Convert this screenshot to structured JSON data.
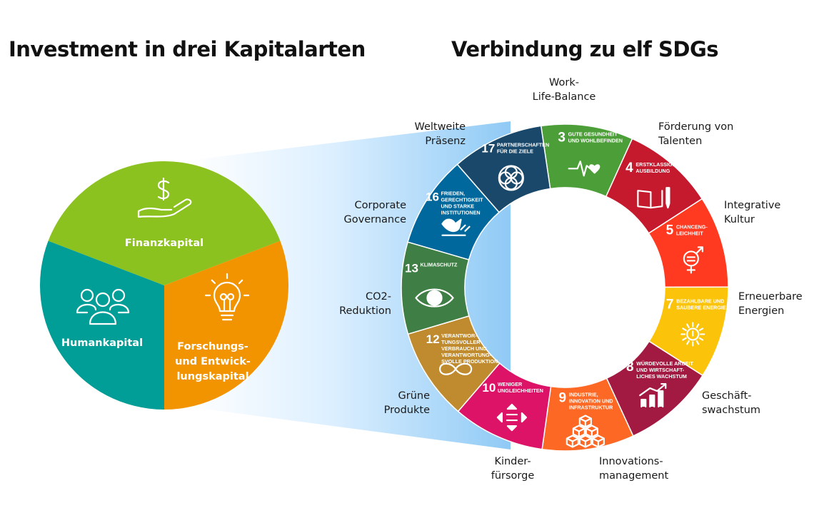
{
  "titles": {
    "left": "Investment in drei Kapitalarten",
    "right": "Verbindung zu elf SDGs"
  },
  "capitals": [
    {
      "id": "finanz",
      "label": [
        "Finanzkapital"
      ],
      "color": "#8cc21f",
      "icon": "dollar-hand-icon"
    },
    {
      "id": "forschung",
      "label": [
        "Forschungs-",
        "und Entwick-",
        "lungskapital"
      ],
      "color": "#f29400",
      "icon": "lightbulb-icon"
    },
    {
      "id": "human",
      "label": [
        "Humankapital"
      ],
      "color": "#009e96",
      "icon": "people-icon"
    }
  ],
  "sdgs": [
    {
      "num": "3",
      "text": [
        "GUTE GESUNDHEIT",
        "UND WOHLBEFINDEN"
      ],
      "color": "#4c9f38",
      "icon": "heartbeat-icon",
      "label": [
        "Work-",
        "Life-Balance"
      ]
    },
    {
      "num": "4",
      "text": [
        "ERSTKLASSIGE",
        "AUSBILDUNG"
      ],
      "color": "#c5192d",
      "icon": "book-icon",
      "label": [
        "Förderung von",
        "Talenten"
      ]
    },
    {
      "num": "5",
      "text": [
        "CHANCENG-",
        "LEICHHEIT"
      ],
      "color": "#ff3a21",
      "icon": "gender-equality-icon",
      "label": [
        "Integrative",
        "Kultur"
      ]
    },
    {
      "num": "7",
      "text": [
        "BEZAHLBARE UND",
        "SAUBERE ENERGIE"
      ],
      "color": "#fcc30b",
      "icon": "sun-power-icon",
      "label": [
        "Erneuerbare",
        "Energien"
      ]
    },
    {
      "num": "8",
      "text": [
        "WÜRDEVOLLE ARBEIT",
        "UND WIRTSCHAFT-",
        "LICHES WACHSTUM"
      ],
      "color": "#a21942",
      "icon": "growth-chart-icon",
      "label": [
        "Geschäft-",
        "swachstum"
      ]
    },
    {
      "num": "9",
      "text": [
        "INDUSTRIE,",
        "INNOVATION UND",
        "INFRASTRUKTUR"
      ],
      "color": "#fd6925",
      "icon": "cubes-icon",
      "label": [
        "Innovations-",
        "management"
      ]
    },
    {
      "num": "10",
      "text": [
        "WENIGER",
        "UNGLEICHHEITEN"
      ],
      "color": "#dd1367",
      "icon": "equality-icon",
      "label": [
        "Kinder-",
        "fürsorge"
      ]
    },
    {
      "num": "12",
      "text": [
        "VERANTWOR-",
        "TUNGSVOLLER",
        "VERBRAUCH UND",
        "VERANTWORTUNG-",
        "SVOLLE PRODUKTION"
      ],
      "color": "#bf8b2e",
      "icon": "infinity-icon",
      "label": [
        "Grüne",
        "Produkte"
      ]
    },
    {
      "num": "13",
      "text": [
        "KLIMASCHUTZ"
      ],
      "color": "#3f7e44",
      "icon": "eye-globe-icon",
      "label": [
        "CO2-",
        "Reduktion"
      ]
    },
    {
      "num": "16",
      "text": [
        "FRIEDEN,",
        "GERECHTIGKEIT",
        "UND STARKE",
        "INSTITUTIONEN"
      ],
      "color": "#00689d",
      "icon": "dove-gavel-icon",
      "label": [
        "Corporate",
        "Governance"
      ]
    },
    {
      "num": "17",
      "text": [
        "PARTNERSCHAFTEN",
        "FÜR DIE ZIELE"
      ],
      "color": "#19486a",
      "icon": "rings-icon",
      "label": [
        "Weltweite",
        "Präsenz"
      ]
    }
  ]
}
